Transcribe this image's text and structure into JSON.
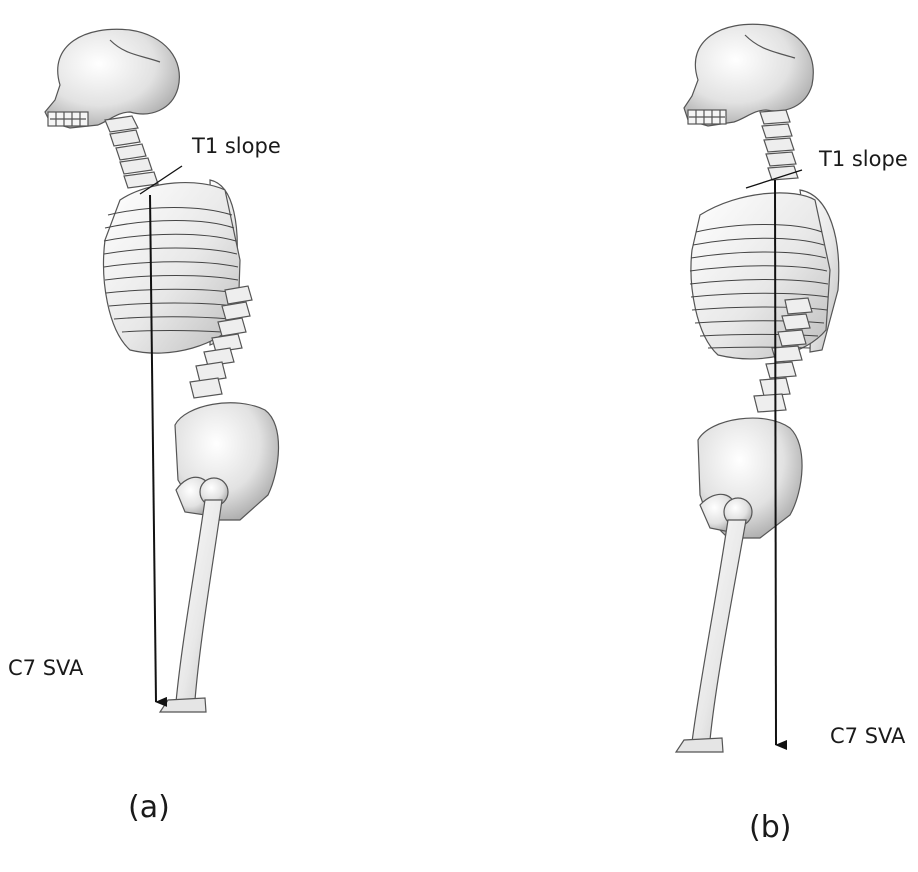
{
  "panels": [
    {
      "caption": "(a)",
      "annotations": {
        "t1_slope": "T1 slope",
        "c7_sva": "C7 SVA"
      }
    },
    {
      "caption": "(b)",
      "annotations": {
        "t1_slope": "T1 slope",
        "c7_sva": "C7 SVA"
      }
    }
  ]
}
